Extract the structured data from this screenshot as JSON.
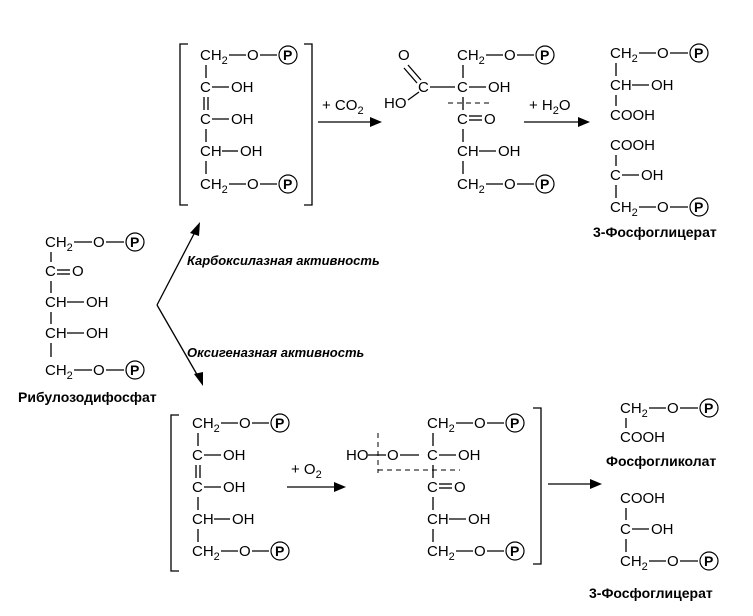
{
  "labels": {
    "ribulose": "Рибулозодифосфат",
    "carboxylase": "Карбоксилазная активность",
    "oxygenase": "Оксигеназная активность",
    "pga_top": "3-Фосфоглицерат",
    "pga_bottom": "3-Фосфоглицерат",
    "phosphoglycolate": "Фосфогликолат"
  },
  "reagents": {
    "co2": "+ CO",
    "co2_sub": "2",
    "h2o": "+ H",
    "h2o_sub": "2",
    "h2o_tail": "O",
    "o2": "+ O",
    "o2_sub": "2"
  },
  "groups": {
    "ch2": "CH",
    "ch2_sub": "2",
    "o": "O",
    "p": "P",
    "c": "C",
    "oh": "OH",
    "c_oh": "C",
    "ch_oh": "CH",
    "c_eq_o": "C",
    "eq_o": "O",
    "cooh": "COOH",
    "ho": "HO",
    "o_single": "O"
  }
}
